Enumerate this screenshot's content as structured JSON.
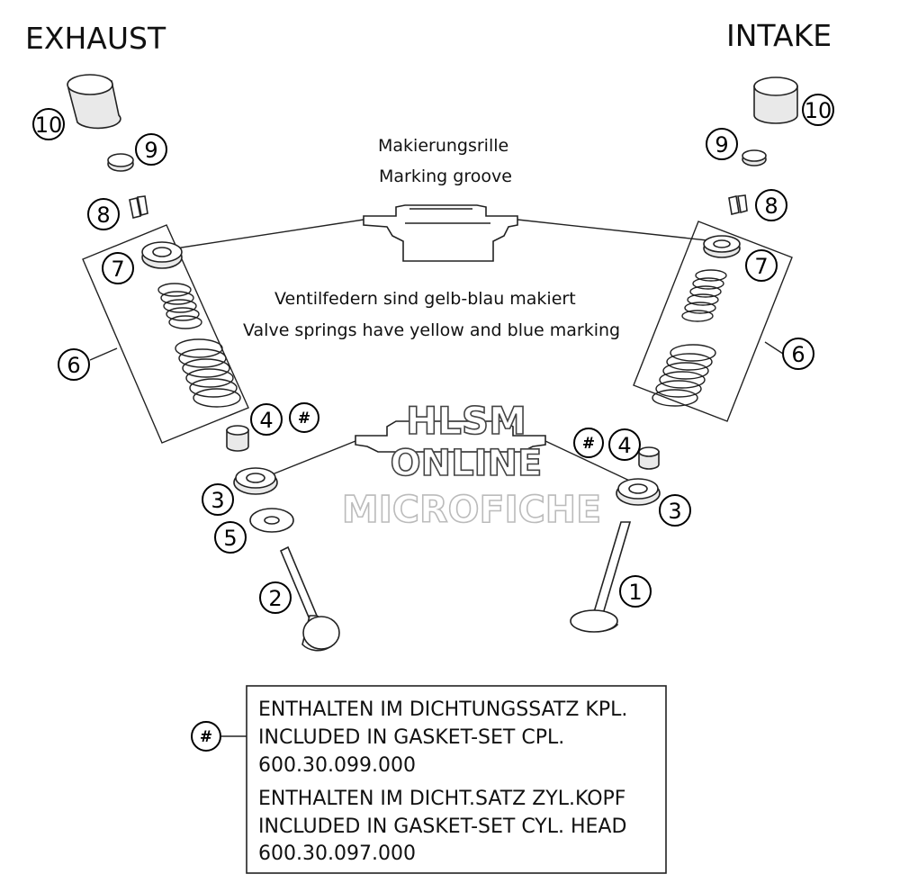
{
  "titles": {
    "exhaust": "EXHAUST",
    "intake": "INTAKE"
  },
  "notes": {
    "groove_de": "Makierungsrille",
    "groove_en": "Marking groove",
    "springs_de": "Ventilfedern sind gelb-blau makiert",
    "springs_en": "Valve springs have yellow and blue marking"
  },
  "watermark": {
    "line1": "HLSM",
    "line2": "ONLINE",
    "line3": "MICROFICHE"
  },
  "callouts": {
    "ex_10": "10",
    "ex_9": "9",
    "ex_8": "8",
    "ex_7": "7",
    "ex_6": "6",
    "ex_4": "4",
    "ex_hash": "#",
    "ex_3": "3",
    "ex_5": "5",
    "ex_2": "2",
    "in_10": "10",
    "in_9": "9",
    "in_8": "8",
    "in_7": "7",
    "in_6": "6",
    "in_hash": "#",
    "in_4": "4",
    "in_3": "3",
    "in_1": "1",
    "legend_hash": "#"
  },
  "legend": {
    "line1": "ENTHALTEN IM DICHTUNGSSATZ KPL.",
    "line2": "INCLUDED IN GASKET-SET CPL.",
    "line3": "600.30.099.000",
    "line4": "ENTHALTEN IM DICHT.SATZ ZYL.KOPF",
    "line5": "INCLUDED IN GASKET-SET CYL. HEAD",
    "line6": "600.30.097.000"
  }
}
